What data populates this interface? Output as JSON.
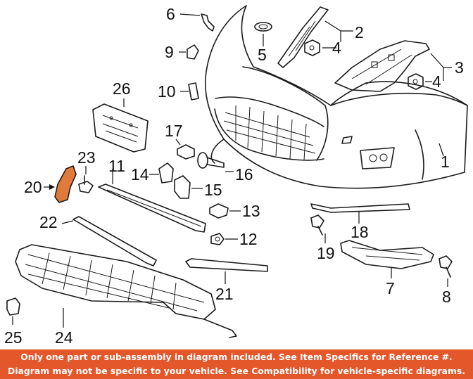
{
  "diagram": {
    "highlight_color": "#e07a3a",
    "banner_color": "#e4572b",
    "callouts": [
      {
        "id": "1",
        "label": "1"
      },
      {
        "id": "2",
        "label": "2"
      },
      {
        "id": "3",
        "label": "3"
      },
      {
        "id": "4a",
        "label": "4"
      },
      {
        "id": "4b",
        "label": "4"
      },
      {
        "id": "5",
        "label": "5"
      },
      {
        "id": "6",
        "label": "6"
      },
      {
        "id": "7",
        "label": "7"
      },
      {
        "id": "8",
        "label": "8"
      },
      {
        "id": "9",
        "label": "9"
      },
      {
        "id": "10",
        "label": "10"
      },
      {
        "id": "11",
        "label": "11"
      },
      {
        "id": "12",
        "label": "12"
      },
      {
        "id": "13",
        "label": "13"
      },
      {
        "id": "14",
        "label": "14"
      },
      {
        "id": "15",
        "label": "15"
      },
      {
        "id": "16",
        "label": "16"
      },
      {
        "id": "17",
        "label": "17"
      },
      {
        "id": "18",
        "label": "18"
      },
      {
        "id": "19",
        "label": "19"
      },
      {
        "id": "20",
        "label": "20"
      },
      {
        "id": "21",
        "label": "21"
      },
      {
        "id": "22",
        "label": "22"
      },
      {
        "id": "23",
        "label": "23"
      },
      {
        "id": "24",
        "label": "24"
      },
      {
        "id": "25",
        "label": "25"
      },
      {
        "id": "26",
        "label": "26"
      }
    ]
  },
  "banner": {
    "line1": "Only one part or sub-assembly in diagram included. See Item Specifics for Reference #.",
    "line2": "Diagram may not be specific to your vehicle. See Compatibility for vehicle-specific diagrams."
  }
}
